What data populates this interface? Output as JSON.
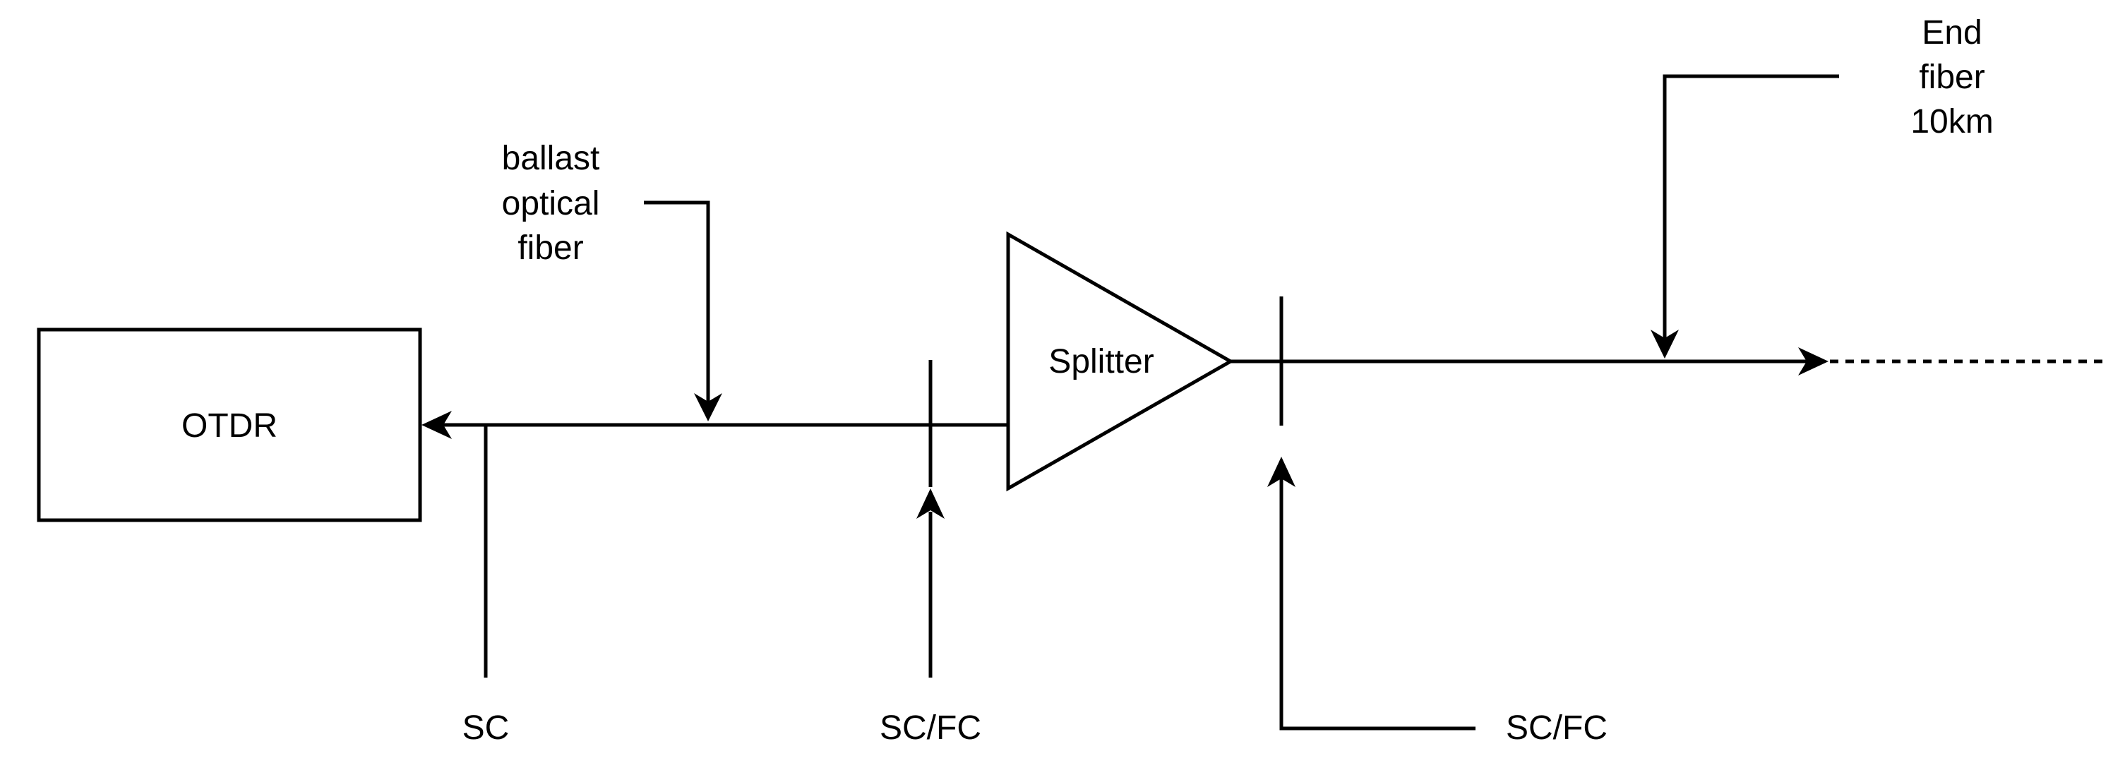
{
  "labels": {
    "otdr": "OTDR",
    "splitter": "Splitter",
    "ballast_line1": "ballast",
    "ballast_line2": "optical",
    "ballast_line3": "fiber",
    "end_line1": "End",
    "end_line2": "fiber",
    "end_line3": "10km",
    "sc": "SC",
    "scfc_1": "SC/FC",
    "scfc_2": "SC/FC"
  }
}
